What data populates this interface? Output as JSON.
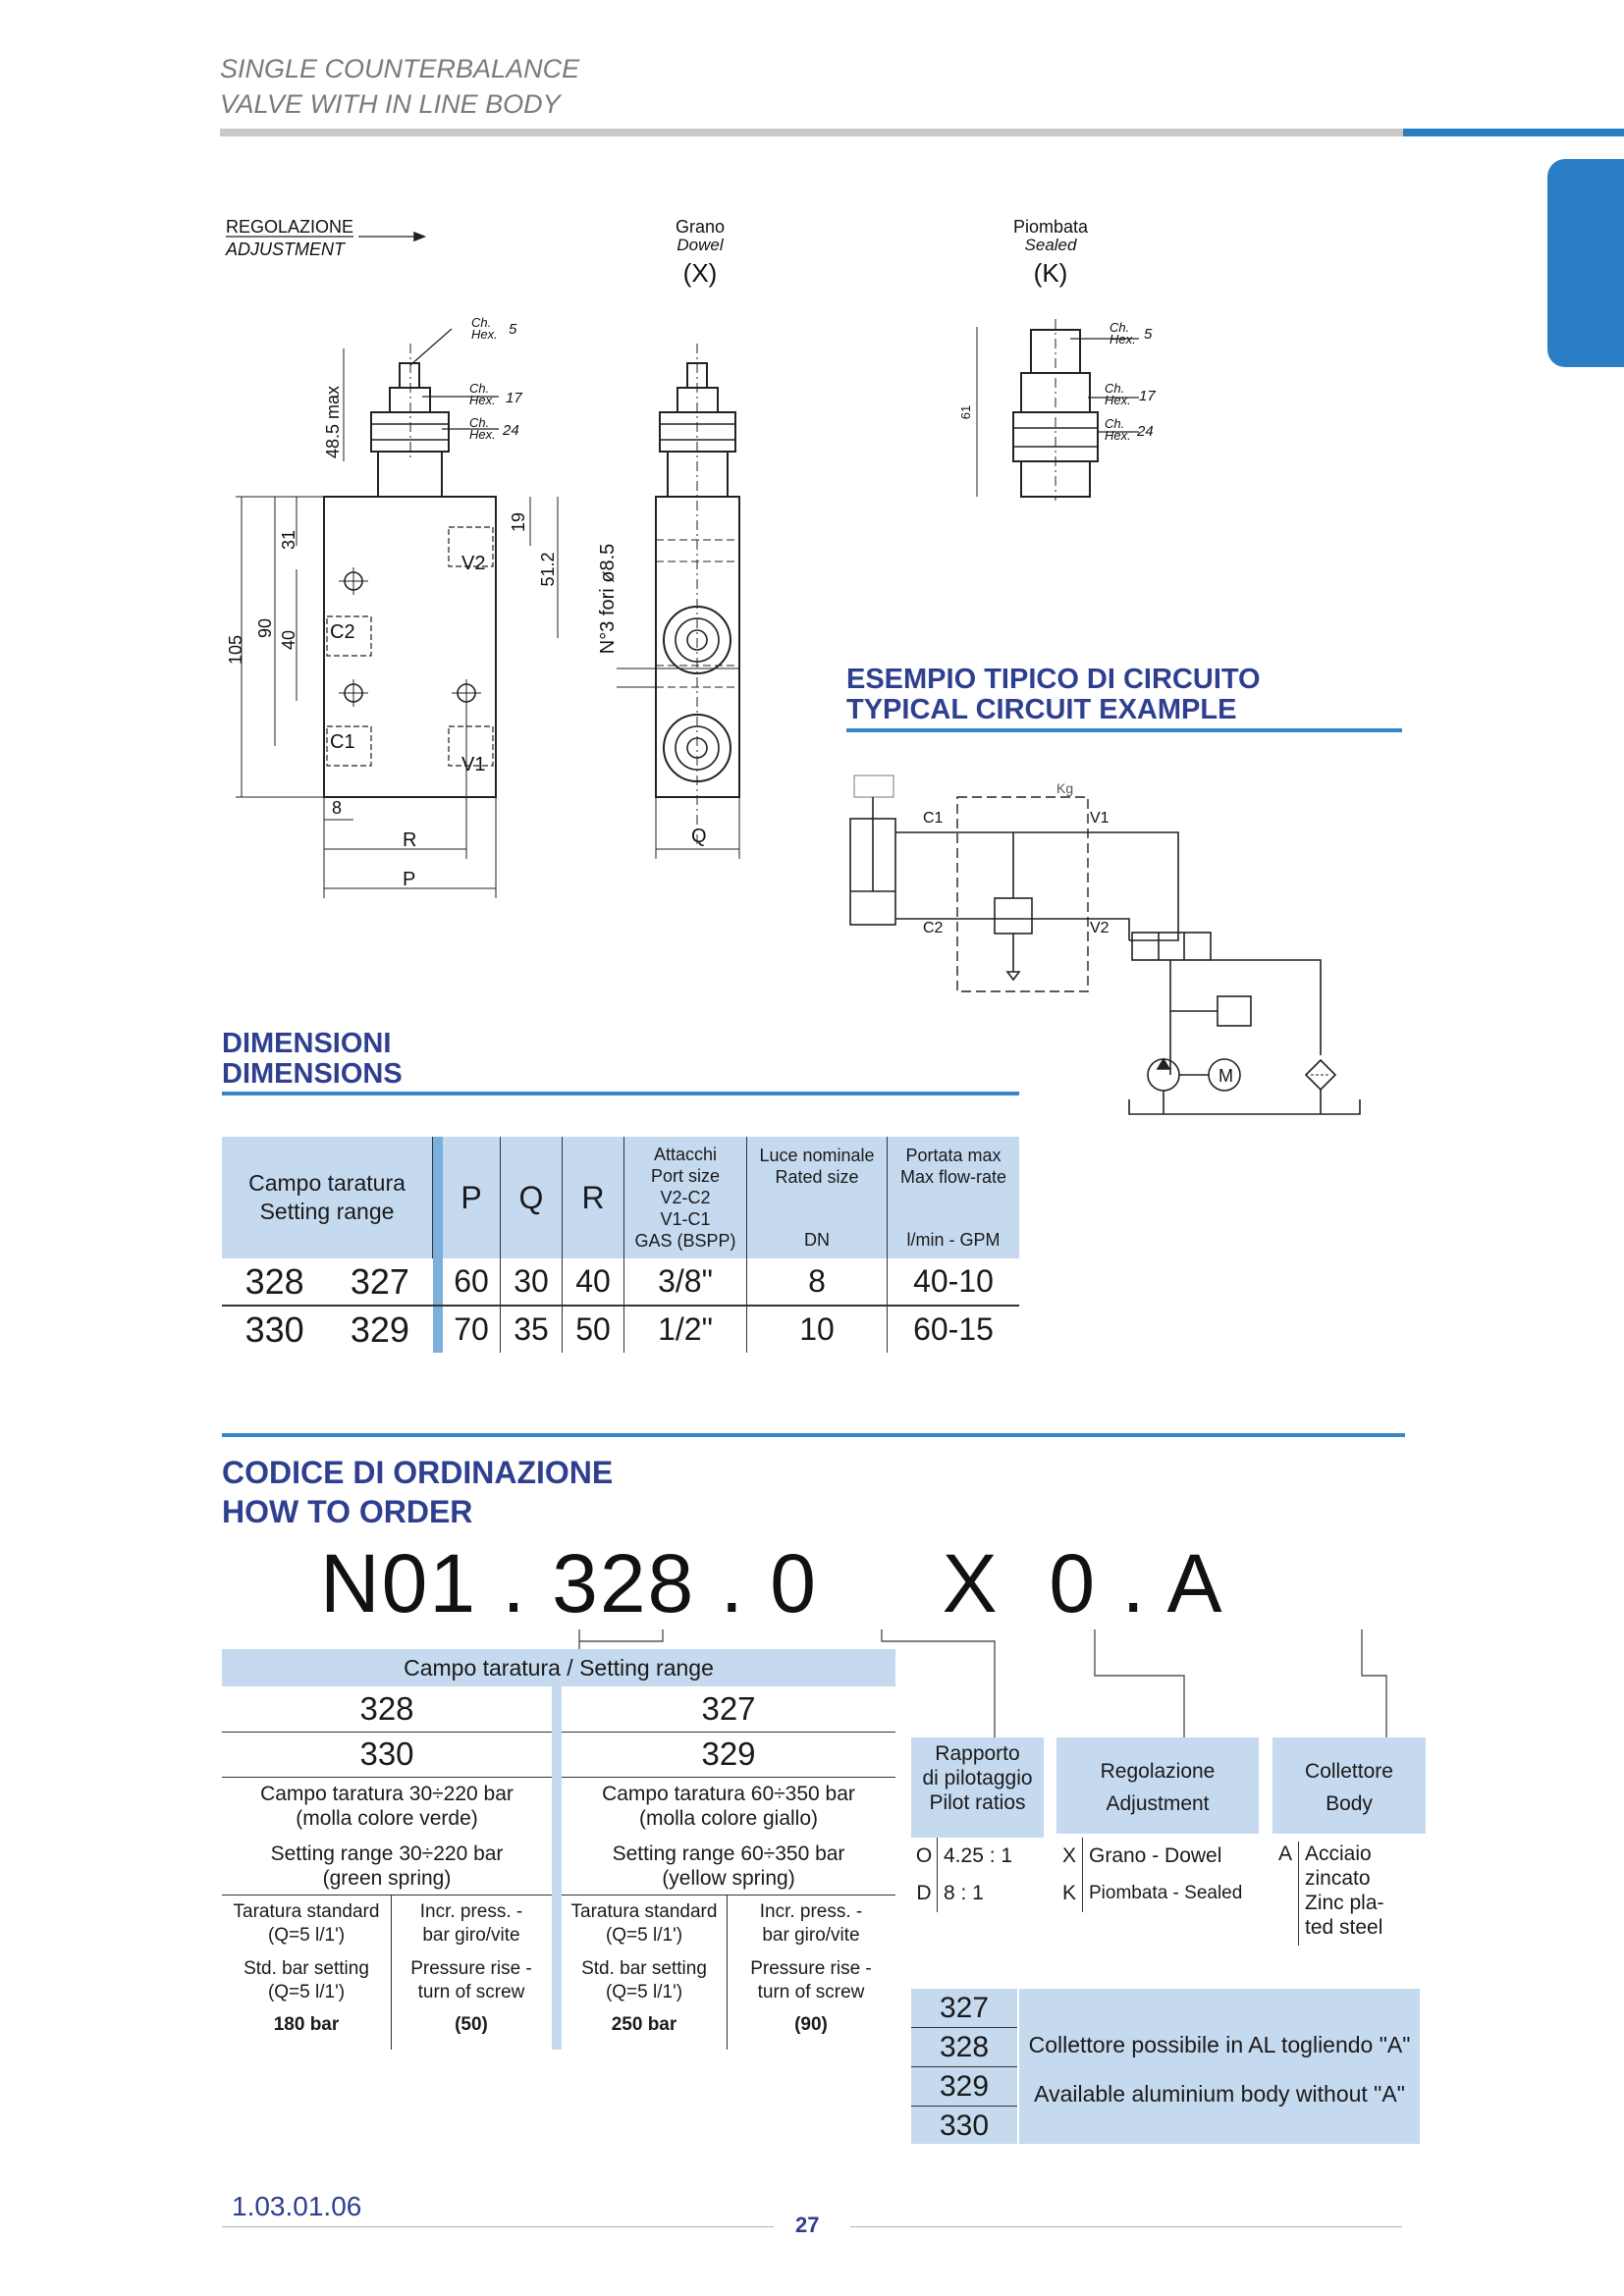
{
  "header": {
    "title_line1": "SINGLE COUNTERBALANCE",
    "title_line2": "VALVE WITH IN LINE BODY"
  },
  "drawing": {
    "adjustment_label_it": "REGOLAZIONE",
    "adjustment_label_en": "ADJUSTMENT",
    "dowel_it": "Grano",
    "dowel_en": "Dowel",
    "dowel_code": "(X)",
    "sealed_it": "Piombata",
    "sealed_en": "Sealed",
    "sealed_code": "(K)",
    "hex_label": "Ch.",
    "hex_label_en": "Hex.",
    "hex_5": "5",
    "hex_17": "17",
    "hex_24": "24",
    "dim_48_5": "48.5 max",
    "dim_105": "105",
    "dim_90": "90",
    "dim_31": "31",
    "dim_40": "40",
    "dim_19": "19",
    "dim_51_2": "51.2",
    "dim_holes": "N°3 fori ø8.5",
    "dim_8": "8",
    "dim_r": "R",
    "dim_p": "P",
    "dim_q": "Q",
    "dim_61": "61",
    "port_v2": "V2",
    "port_c2": "C2",
    "port_c1": "C1",
    "port_v1": "V1"
  },
  "circuit": {
    "title_it": "ESEMPIO TIPICO DI CIRCUITO",
    "title_en": "TYPICAL CIRCUIT EXAMPLE",
    "kg": "Kg",
    "c1": "C1",
    "v1": "V1",
    "c2": "C2",
    "v2": "V2",
    "motor": "M"
  },
  "dimensions": {
    "title_it": "DIMENSIONI",
    "title_en": "DIMENSIONS",
    "col_setting": "Campo taratura\nSetting range",
    "col_p": "P",
    "col_q": "Q",
    "col_r": "R",
    "col_port": "Attacchi\nPort size\nV2-C2\nV1-C1\nGAS (BSPP)",
    "col_dn_label": "Luce nominale\nRated size",
    "col_dn": "DN",
    "col_flow_label": "Portata max\nMax flow-rate",
    "col_flow_unit": "l/min - GPM",
    "rows": [
      {
        "a": "328",
        "b": "327",
        "p": "60",
        "q": "30",
        "r": "40",
        "port": "3/8\"",
        "dn": "8",
        "flow": "40-10"
      },
      {
        "a": "330",
        "b": "329",
        "p": "70",
        "q": "35",
        "r": "50",
        "port": "1/2\"",
        "dn": "10",
        "flow": "60-15"
      }
    ]
  },
  "order": {
    "title_it": "CODICE DI ORDINAZIONE",
    "title_en": "HOW TO ORDER",
    "code": "N01 . 328 . 0     X  0 . A",
    "setting_head": "Campo taratura / Setting range",
    "left": {
      "v1": "328",
      "v2": "330",
      "desc_it": "Campo taratura 30÷220 bar\n(molla colore verde)",
      "desc_en": "Setting range 30÷220 bar\n(green spring)",
      "std_it": "Taratura standard\n(Q=5 l/1')",
      "std_en": "Std. bar setting\n(Q=5 l/1')",
      "std_val": "180 bar",
      "inc_it": "Incr. press. -\nbar giro/vite",
      "inc_en": "Pressure rise -\nturn of screw",
      "inc_val": "(50)"
    },
    "right": {
      "v1": "327",
      "v2": "329",
      "desc_it": "Campo taratura 60÷350 bar\n(molla colore giallo)",
      "desc_en": "Setting range 60÷350 bar\n(yellow spring)",
      "std_it": "Taratura standard\n(Q=5 l/1')",
      "std_en": "Std. bar setting\n(Q=5 l/1')",
      "std_val": "250 bar",
      "inc_it": "Incr. press. -\nbar giro/vite",
      "inc_en": "Pressure rise -\nturn of screw",
      "inc_val": "(90)"
    },
    "pilot": {
      "head": "Rapporto\ndi pilotaggio\nPilot ratios",
      "rows": [
        {
          "k": "O",
          "v": "4.25 : 1"
        },
        {
          "k": "D",
          "v": "8 : 1"
        }
      ]
    },
    "adjust": {
      "head": "Regolazione\nAdjustment",
      "rows": [
        {
          "k": "X",
          "v": "Grano - Dowel"
        },
        {
          "k": "K",
          "v": "Piombata - Sealed"
        }
      ]
    },
    "body": {
      "head": "Collettore\nBody",
      "k": "A",
      "v": "Acciaio\nzincato\nZinc pla-\nted steel"
    },
    "alu": {
      "codes": [
        "327",
        "328",
        "329",
        "330"
      ],
      "note_it": "Collettore possibile in AL togliendo \"A\"",
      "note_en": "Available aluminium body without \"A\""
    }
  },
  "footer": {
    "code": "1.03.01.06",
    "page": "27"
  }
}
